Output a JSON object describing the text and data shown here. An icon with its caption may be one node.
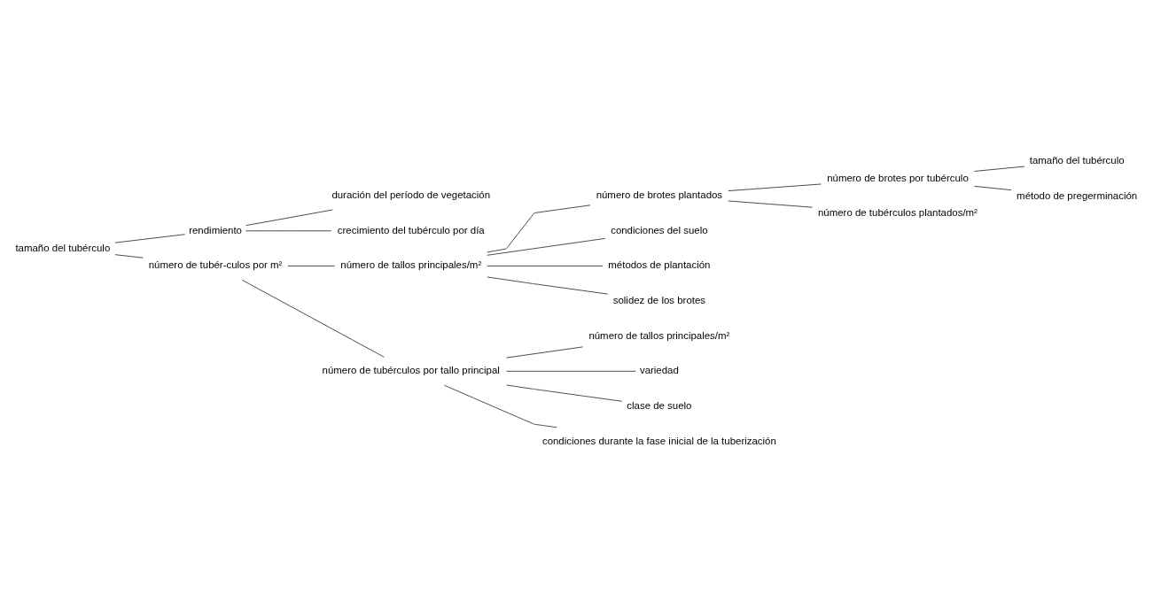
{
  "diagram": {
    "nodes": [
      {
        "text": [
          "tamaño del tubérculo"
        ]
      },
      {
        "text": [
          "rendimiento"
        ]
      },
      {
        "text": [
          "número de tubér-culos por m²"
        ]
      },
      {
        "text": [
          "duración del período de vegetación"
        ]
      },
      {
        "text": [
          "crecimiento del tubérculo por día"
        ]
      },
      {
        "text": [
          "número de tallos principales/m²"
        ]
      },
      {
        "text": [
          "número de tubérculos por tallo principal"
        ]
      },
      {
        "text": [
          "número de brotes plantados"
        ]
      },
      {
        "text": [
          "condiciones del suelo"
        ]
      },
      {
        "text": [
          "métodos de plantación"
        ]
      },
      {
        "text": [
          "solidez de los brotes"
        ]
      },
      {
        "text": [
          "número de brotes por tubérculo"
        ]
      },
      {
        "text": [
          "número de tubérculos plantados/m²"
        ]
      },
      {
        "text": [
          "tamaño del tubérculo"
        ]
      },
      {
        "text": [
          "método de pregerminación"
        ]
      },
      {
        "text": [
          "número de tallos principales/m²"
        ]
      },
      {
        "text": [
          "variedad"
        ]
      },
      {
        "text": [
          "clase de suelo"
        ]
      },
      {
        "text": [
          "condiciones durante la fase inicial de la tuberización"
        ]
      }
    ],
    "edges": [
      {
        "from": 0,
        "to": 1,
        "arrow": "none"
      },
      {
        "from": 0,
        "to": 2,
        "arrow": "none"
      },
      {
        "from": 1,
        "to": 3,
        "arrow": "none"
      },
      {
        "from": 1,
        "to": 4,
        "arrow": "none"
      },
      {
        "from": 2,
        "to": 5,
        "arrow": "none"
      },
      {
        "from": 2,
        "to": 6,
        "arrow": "none"
      },
      {
        "from": 5,
        "to": 7,
        "arrow": "none"
      },
      {
        "from": 5,
        "to": 8,
        "arrow": "none"
      },
      {
        "from": 5,
        "to": 9,
        "arrow": "none"
      },
      {
        "from": 5,
        "to": 10,
        "arrow": "none"
      },
      {
        "from": 7,
        "to": 11,
        "arrow": "none"
      },
      {
        "from": 7,
        "to": 12,
        "arrow": "none"
      },
      {
        "from": 11,
        "to": 13,
        "arrow": "none"
      },
      {
        "from": 11,
        "to": 14,
        "arrow": "none"
      },
      {
        "from": 6,
        "to": 15,
        "arrow": "none"
      },
      {
        "from": 6,
        "to": 16,
        "arrow": "none"
      },
      {
        "from": 6,
        "to": 17,
        "arrow": "none"
      },
      {
        "from": 6,
        "to": 18,
        "arrow": "none"
      }
    ]
  }
}
